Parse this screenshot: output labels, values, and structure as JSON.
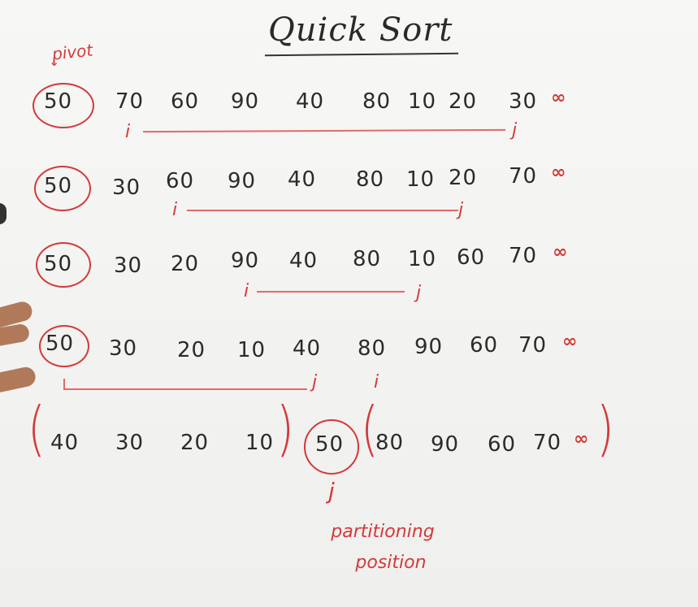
{
  "title": "Quick Sort",
  "pivot_label": "pivot",
  "rows": [
    {
      "values": [
        "50",
        "70",
        "60",
        "90",
        "40",
        "80",
        "10",
        "20",
        "30"
      ],
      "inf": "∞",
      "i": "i",
      "j": "j"
    },
    {
      "values": [
        "50",
        "30",
        "60",
        "90",
        "40",
        "80",
        "10",
        "20",
        "70"
      ],
      "inf": "∞",
      "i": "i",
      "j": "j"
    },
    {
      "values": [
        "50",
        "30",
        "20",
        "90",
        "40",
        "80",
        "10",
        "60",
        "70"
      ],
      "inf": "∞",
      "i": "i",
      "j": "j"
    },
    {
      "values": [
        "50",
        "30",
        "20",
        "10",
        "40",
        "80",
        "90",
        "60",
        "70"
      ],
      "inf": "∞",
      "i": "i",
      "j": "j"
    }
  ],
  "final": {
    "left": [
      "40",
      "30",
      "20",
      "10"
    ],
    "pivot": "50",
    "right": [
      "80",
      "90",
      "60",
      "70"
    ],
    "inf": "∞",
    "j": "j"
  },
  "partition_label": [
    "partitioning",
    "position"
  ],
  "colors": {
    "ink": "#2b2b2b",
    "marker": "#d13a3a"
  }
}
